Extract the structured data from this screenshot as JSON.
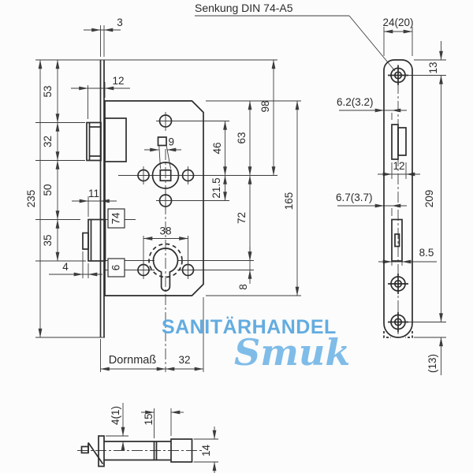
{
  "colors": {
    "background": "#fcfcfc",
    "line": "#333333",
    "watermark_bold": "#63ace0",
    "watermark_script": "#7fbce8"
  },
  "callout": {
    "senkung": "Senkung DIN 74-A5"
  },
  "watermark": {
    "name": "SANITÄRHANDEL",
    "script": "Smuk"
  },
  "front_view": {
    "dims": {
      "faceplate_thickness": "3",
      "latch_protrusion": "12",
      "top_to_latch": "53",
      "latch_height": "32",
      "latch_to_deadbolt": "50",
      "deadbolt_height": "35",
      "deadbolt_notch": "4",
      "deadbolt_protrusion": "11",
      "faceplate_length": "235",
      "spindle_square": "9",
      "hub_to_top_hole": "46",
      "hub_to_bottom_hole": "21.5",
      "case_top_to_hub": "63",
      "plate_top_to_hub": "98",
      "case_height": "165",
      "hub_to_cylinder": "72",
      "cylinder_hole_offset": "8",
      "cylinder_screw_spacing": "38",
      "boxed_74": "74",
      "boxed_6": "6",
      "backset_label": "Dornmaß",
      "backset_to_rear": "32"
    }
  },
  "faceplate_view": {
    "dims": {
      "plate_width": "24(20)",
      "top_to_screw": "13",
      "latch_cut_offset": "6.2(3.2)",
      "latch_cut_width": "12",
      "bolt_cut_offset": "6.7(3.7)",
      "bolt_cut_width": "8.5",
      "screw_spacing": "209",
      "bottom_to_screw": "(13)"
    }
  },
  "side_view": {
    "dims": {
      "plate_lip": "4(1)",
      "head_length": "15",
      "head_height": "14"
    }
  }
}
